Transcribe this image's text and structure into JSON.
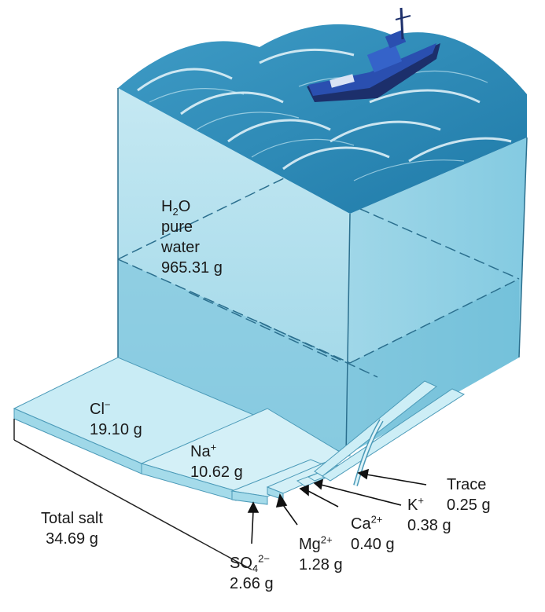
{
  "water": {
    "formula_base": "H",
    "formula_sub": "2",
    "formula_rest": "O",
    "line2": "pure",
    "line3": "water",
    "mass": "965.31 g"
  },
  "total_salt": {
    "line1": "Total salt",
    "mass": "34.69 g"
  },
  "ions": [
    {
      "id": "chloride",
      "base": "Cl",
      "sub": "",
      "sup": "−",
      "mass": "19.10 g"
    },
    {
      "id": "sodium",
      "base": "Na",
      "sub": "",
      "sup": "+",
      "mass": "10.62 g"
    },
    {
      "id": "sulfate",
      "base": "SO",
      "sub": "4",
      "sup": "2−",
      "mass": "2.66 g"
    },
    {
      "id": "magnesium",
      "base": "Mg",
      "sub": "",
      "sup": "2+",
      "mass": "1.28 g"
    },
    {
      "id": "calcium",
      "base": "Ca",
      "sub": "",
      "sup": "2+",
      "mass": "0.40 g"
    },
    {
      "id": "potassium",
      "base": "K",
      "sub": "",
      "sup": "+",
      "mass": "0.38 g"
    },
    {
      "id": "trace",
      "base": "Trace",
      "sub": "",
      "sup": "",
      "mass": "0.25 g"
    }
  ],
  "colors": {
    "water_front": "#a9dcea",
    "water_side": "#8ccfe3",
    "water_dark": "#5fb6d2",
    "wave": "#2f8ab3",
    "wave_light": "#e8f6fb",
    "salt_top": "#c9ecf5",
    "salt_side": "#9fd8e8",
    "ship_hull": "#2a4fb0",
    "ship_deck": "#1c2f6b"
  }
}
